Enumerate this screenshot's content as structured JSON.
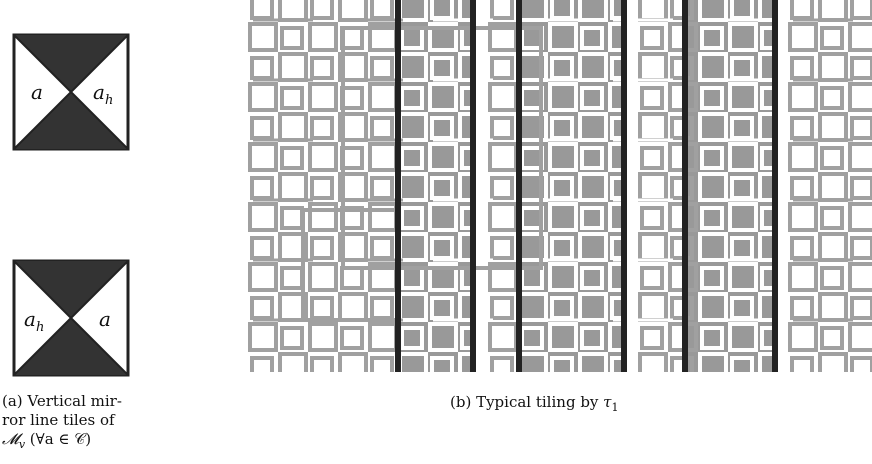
{
  "tiles": [
    {
      "left_label": "a",
      "right_label": "a",
      "right_sub": "h",
      "left_sub": ""
    },
    {
      "left_label": "a",
      "left_sub": "h",
      "right_label": "a",
      "right_sub": ""
    }
  ],
  "caption_a": {
    "line1": "(a) Vertical mir-",
    "line2": "ror line tiles of",
    "line3": "𝓜",
    "line3_sub": "v",
    "line3_rest": " (∀a ∈ 𝒞)"
  },
  "caption_b": {
    "text": "(b) Typical tiling by ",
    "symbol": "τ",
    "symbol_sub": "1"
  },
  "colors": {
    "dark": "#333333",
    "tile_gray": "#999999",
    "shade": "#999999",
    "line": "#a0a0a0",
    "bar": "#222222"
  }
}
